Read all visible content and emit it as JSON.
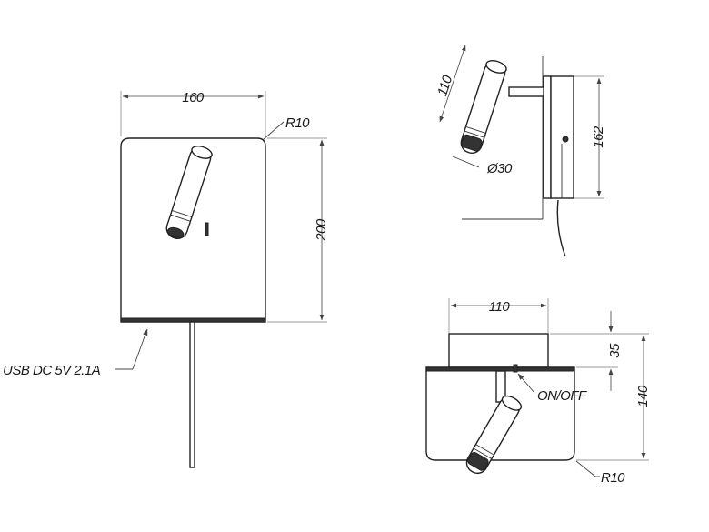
{
  "labels": {
    "front_width": "160",
    "front_height": "200",
    "corner_radius_top": "R10",
    "usb_note": "USB  DC 5V 2.1A",
    "side_arm_length": "110",
    "side_height": "162",
    "side_diameter": "Ø30",
    "top_width": "110",
    "top_depth_plate": "35",
    "top_depth_total": "140",
    "switch_note": "ON/OFF",
    "corner_radius_bottom": "R10"
  }
}
